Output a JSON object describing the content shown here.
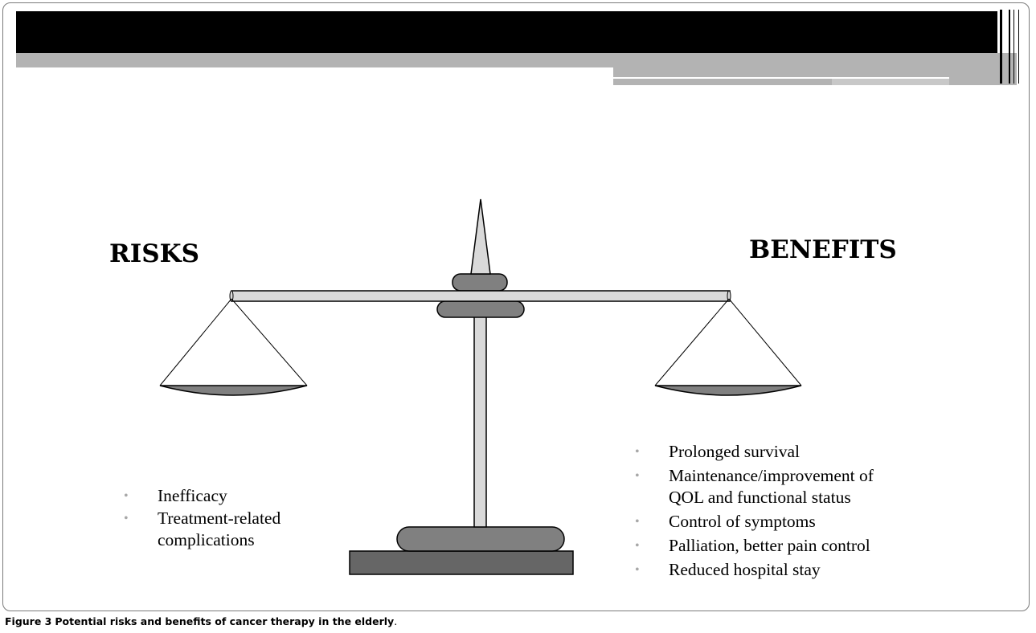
{
  "slide": {
    "risks_heading": "RISKS",
    "benefits_heading": "BENEFITS",
    "risks": [
      "Inefficacy",
      "Treatment-related complications"
    ],
    "benefits": [
      "Prolonged survival",
      "Maintenance/improvement of QOL and functional status",
      "Control of symptoms",
      "Palliation, better pain control",
      "Reduced hospital stay"
    ]
  },
  "caption": {
    "label": "Figure 3",
    "text": "Potential risks and benefits of cancer therapy in the elderly",
    "end": "."
  },
  "colors": {
    "header_black": "#000000",
    "header_gray": "#b3b3b3",
    "scale_light": "#d9d9d9",
    "scale_mid": "#808080",
    "scale_dark": "#666666",
    "bullet": "#a8a8a8"
  },
  "icons": {
    "scale": "balance-scale-icon"
  }
}
